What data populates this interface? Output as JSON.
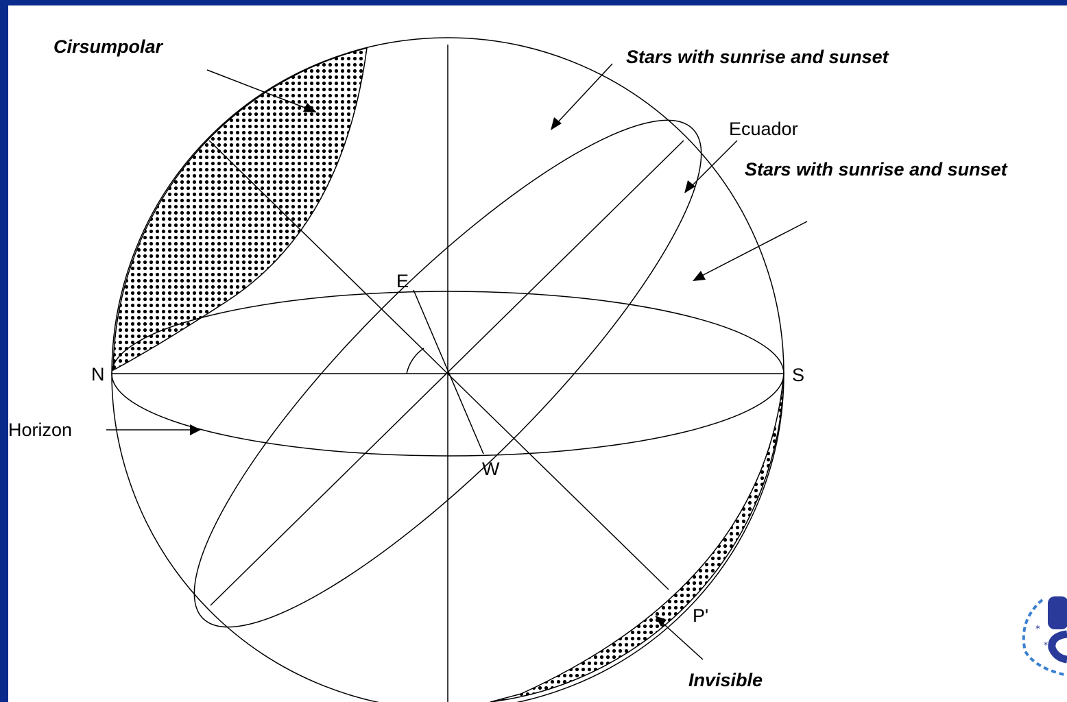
{
  "labels": {
    "circumpolar": "Cirsumpolar",
    "stars_upper": "Stars with sunrise and sunset",
    "equator": "Ecuador",
    "stars_right": "Stars with sunrise and sunset",
    "north": "N",
    "south": "S",
    "east": "E",
    "west": "W",
    "horizon": "Horizon",
    "south_pole": "P'",
    "invisible": "Invisible"
  },
  "colors": {
    "frame": "#0a2a8c",
    "background": "#ffffff",
    "ink": "#000000",
    "logo": "#2a3a9a"
  },
  "icons": {
    "logo": "university-logo-icon"
  }
}
